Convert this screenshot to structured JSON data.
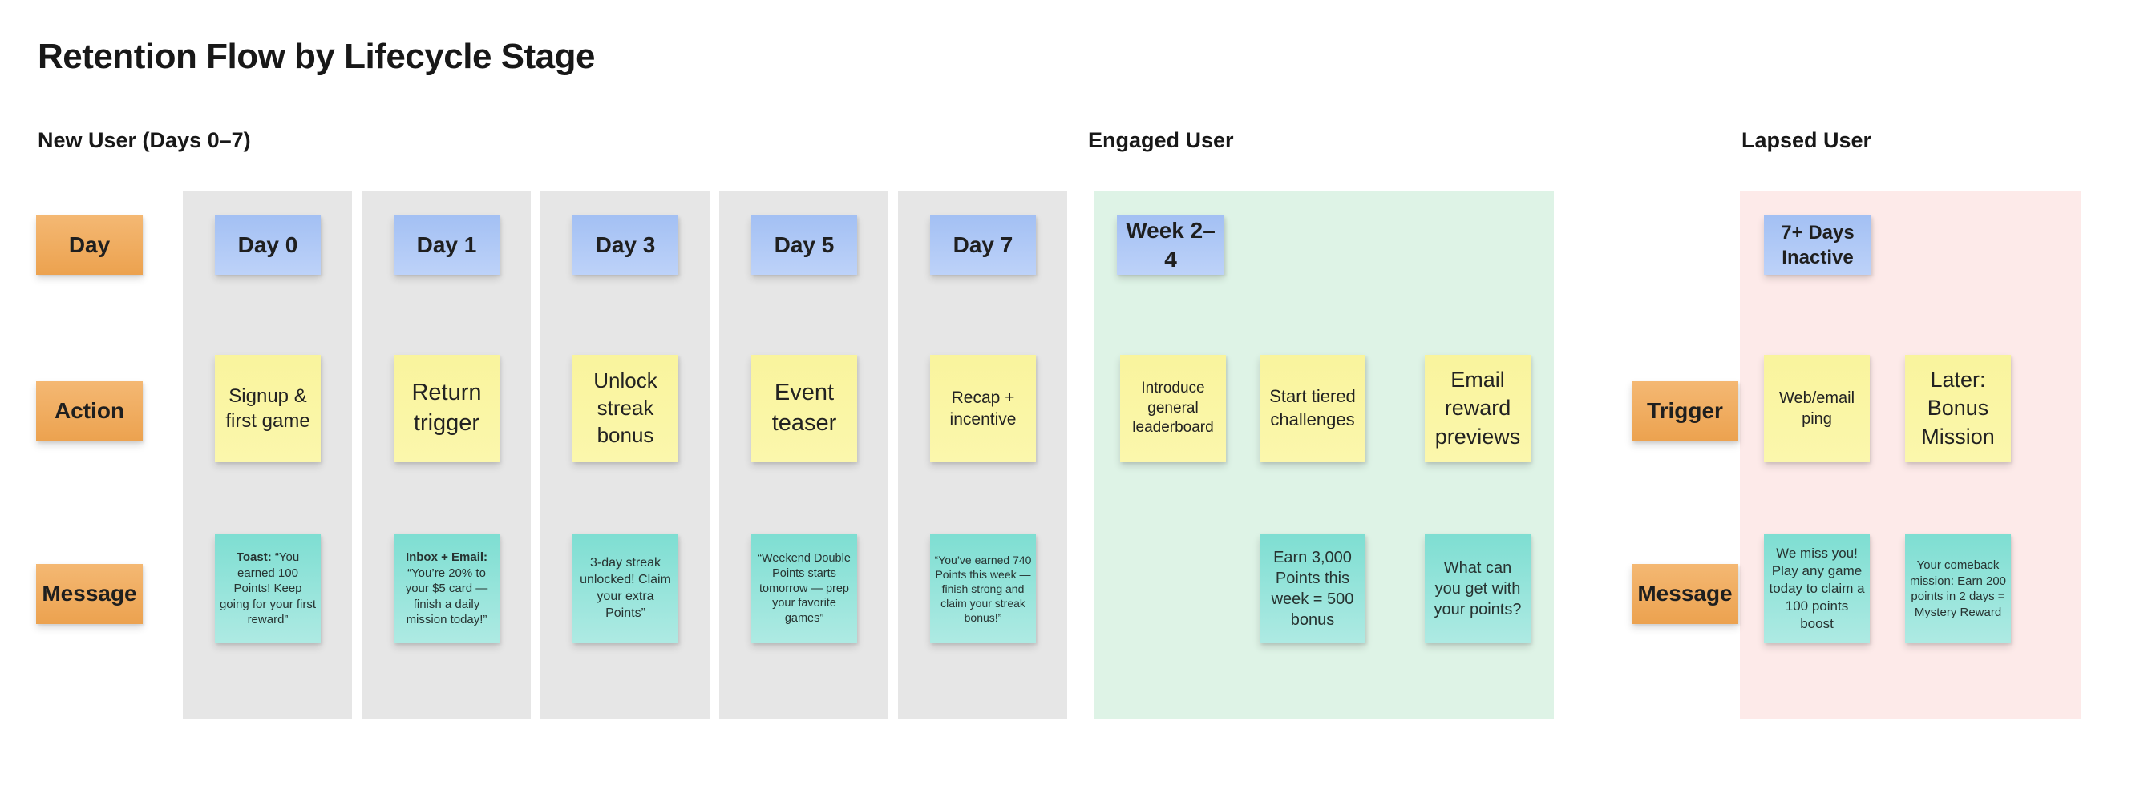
{
  "title": "Retention Flow by Lifecycle Stage",
  "colors": {
    "sticky_orange": "#f0ad60",
    "sticky_blue": "#aec9f6",
    "sticky_yellow": "#faf5a3",
    "sticky_teal": "#8ae0d5",
    "column_gray": "#e6e6e6",
    "engaged_panel_green": "#def3e6",
    "lapsed_panel_pink": "#fdeae9"
  },
  "new_user": {
    "header": "New User (Days 0–7)",
    "row_labels": {
      "day": "Day",
      "action": "Action",
      "message": "Message"
    },
    "columns": [
      {
        "day": "Day 0",
        "action": "Signup & first game",
        "message_prefix": "Toast:",
        "message": " “You earned 100 Points! Keep going for your first reward”"
      },
      {
        "day": "Day 1",
        "action": "Return trigger",
        "message_prefix": "Inbox + Email:",
        "message": " “You’re 20% to your $5 card — finish a daily mission today!”"
      },
      {
        "day": "Day 3",
        "action": "Unlock streak bonus",
        "message": "3-day streak unlocked! Claim your extra Points”"
      },
      {
        "day": "Day 5",
        "action": "Event teaser",
        "message": "“Weekend Double Points starts tomorrow — prep your favorite games”"
      },
      {
        "day": "Day 7",
        "action": "Recap + incentive",
        "message": "“You’ve earned 740 Points this week — finish strong and claim your streak bonus!”"
      }
    ]
  },
  "engaged": {
    "header": "Engaged User",
    "week": "Week 2–4",
    "actions": [
      "Introduce general leaderboard",
      "Start tiered challenges",
      "Email reward previews"
    ],
    "messages": [
      "Earn 3,000 Points this week = 500 bonus",
      "What can you get with your points?"
    ]
  },
  "lapsed": {
    "header": "Lapsed User",
    "row_labels": {
      "trigger": "Trigger",
      "message": "Message"
    },
    "week": "7+ Days Inactive",
    "actions": [
      "Web/email ping",
      "Later: Bonus Mission"
    ],
    "messages": [
      "We miss you! Play any game today to claim a 100 points boost",
      "Your comeback mission: Earn 200 points in 2 days = Mystery Reward"
    ]
  }
}
